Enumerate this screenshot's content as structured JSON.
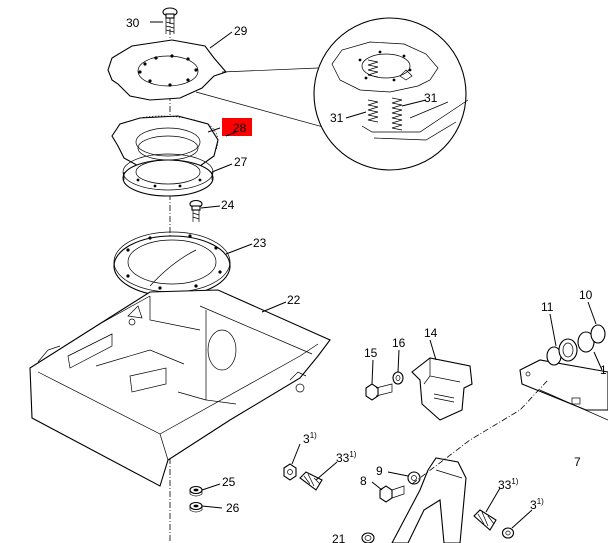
{
  "callouts": {
    "p30": "30",
    "p29": "29",
    "p28": "28",
    "p27": "27",
    "p24": "24",
    "p23": "23",
    "p22": "22",
    "p31a": "31",
    "p31b": "31",
    "p25": "25",
    "p26": "26",
    "p14": "14",
    "p15": "15",
    "p16": "16",
    "p11": "11",
    "p10": "10",
    "p1": "1",
    "p7": "7",
    "p3a": "3",
    "p3b": "3",
    "p33a": "33",
    "p33b": "33",
    "p9": "9",
    "p8": "8",
    "p21": "21"
  },
  "footnote_marks": {
    "p3a": "1)",
    "p33a": "1)",
    "p33b": "1)",
    "p3b": "1)"
  },
  "highlight": {
    "part": "28",
    "color": "#ff0000"
  },
  "colors": {
    "line": "#000000",
    "background": "#ffffff"
  }
}
